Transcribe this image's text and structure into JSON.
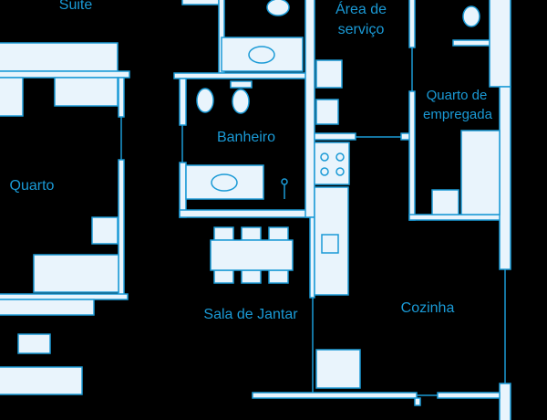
{
  "rooms": {
    "suite": "Suite",
    "quarto": "Quarto",
    "banheiro": "Banheiro",
    "area_servico": [
      "Área de",
      "serviço"
    ],
    "quarto_empregada": [
      "Quarto de",
      "empregada"
    ],
    "sala_jantar": "Sala de Jantar",
    "cozinha": "Cozinha"
  },
  "colors": {
    "wall_fill": "#e9f4fc",
    "line": "#1a9ad6",
    "background": "#000000"
  }
}
